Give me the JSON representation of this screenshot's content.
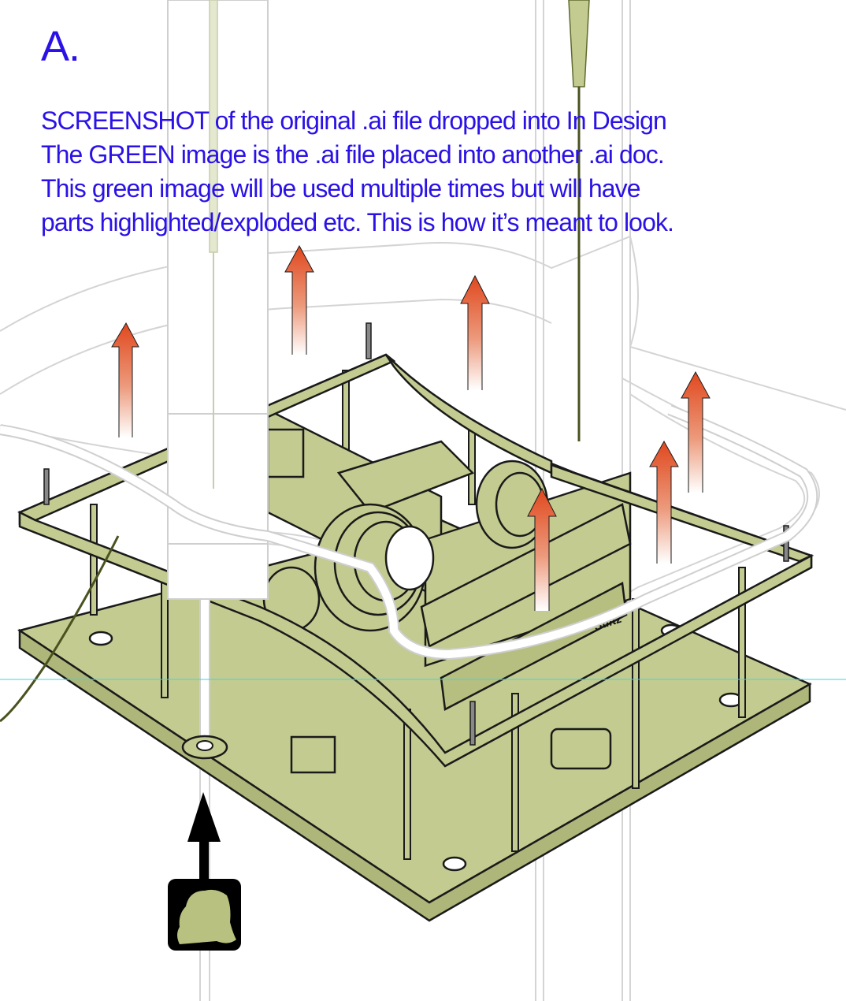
{
  "heading": "A.",
  "note_lines": [
    "SCREENSHOT of the original .ai file dropped into In Design",
    "The GREEN image is the .ai file placed into another .ai doc.",
    "This green image will be used multiple times but will have",
    "parts highlighted/exploded etc. This is how it’s meant to look."
  ],
  "brand_label": "Stiltz",
  "colors": {
    "text": "#2a12e6",
    "platform_green": "#c3cb90",
    "arrow_orange": "#e0481e",
    "guide_cyan": "#3fd6e0",
    "outline": "#1a1a1a",
    "ghost_grey": "#d4d4d4"
  },
  "icons": [
    "lift-up-arrow-icon",
    "exploded-up-arrow-icon",
    "lift-unit-icon"
  ]
}
